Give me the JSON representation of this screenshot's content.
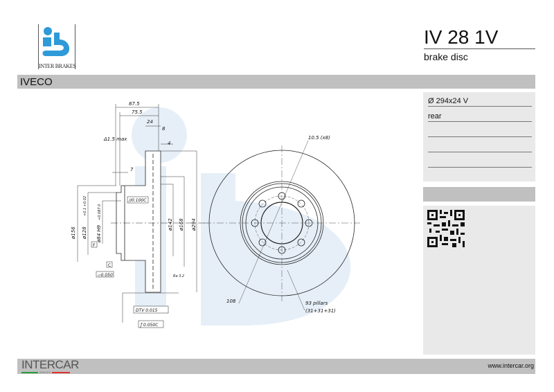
{
  "header": {
    "logo_text": "INTER BRAKES",
    "title": "IV 28 1V",
    "subtitle": "brake disc"
  },
  "brand": "IVECO",
  "specs": [
    "Ø 294x24 V",
    "rear",
    "",
    "",
    ""
  ],
  "footer": {
    "logo_text": "INTERCAR",
    "logo_subtext": "BRAKES",
    "url": "www.intercar.org"
  },
  "drawing": {
    "dims": {
      "d87_5": "87.5",
      "d75_5": "75.5",
      "d24": "24",
      "d8": "8",
      "d1_5": "Δ1.5  max",
      "d4": "4",
      "d7": "7",
      "d156": "ø156",
      "d128": "ø128",
      "tol128": "+0.1 +0.02",
      "d84": "ø84  H9",
      "tol84": "+0.087 0",
      "d142": "ø142",
      "d168": "ø168",
      "d294": "ø294",
      "par": "//0.100C",
      "flat": "▱0.050",
      "ra": "Ra 3.2",
      "dtv": "DTV  0.015",
      "runout": "ƒ 0.050C",
      "datum_f": "F",
      "datum_c": "C",
      "holes": "10.5  (x8)",
      "pcd": "108",
      "pillars1": "93  pillars",
      "pillars2": "(31+31+31)"
    }
  },
  "colors": {
    "watermark": "#e6eff8",
    "logo_blue": "#2f9ad8",
    "panel": "#e9e9e9",
    "bar": "#c0c0c0"
  }
}
